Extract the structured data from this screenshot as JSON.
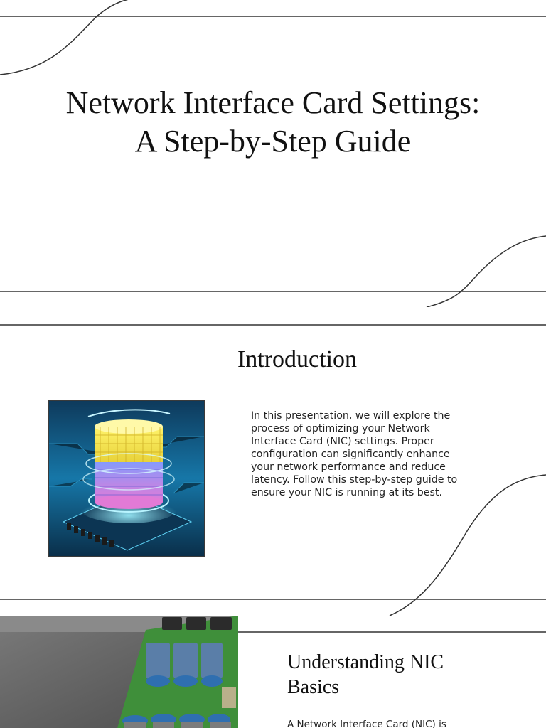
{
  "slides": {
    "title_slide": {
      "title": "Network Interface Card Settings: A Step-by-Step Guide"
    },
    "introduction": {
      "heading": "Introduction",
      "body": "In this presentation, we will explore the process of optimizing your Network Interface Card (NIC) settings. Proper configuration can significantly enhance your network performance and reduce latency. Follow this step-by-step guide to ensure your NIC is running at its best."
    },
    "understanding": {
      "heading": "Understanding NIC Basics",
      "body": "A Network Interface Card (NIC) is"
    }
  },
  "colors": {
    "background": "#ffffff",
    "rule": "#333333",
    "text": "#1a1a1a"
  }
}
